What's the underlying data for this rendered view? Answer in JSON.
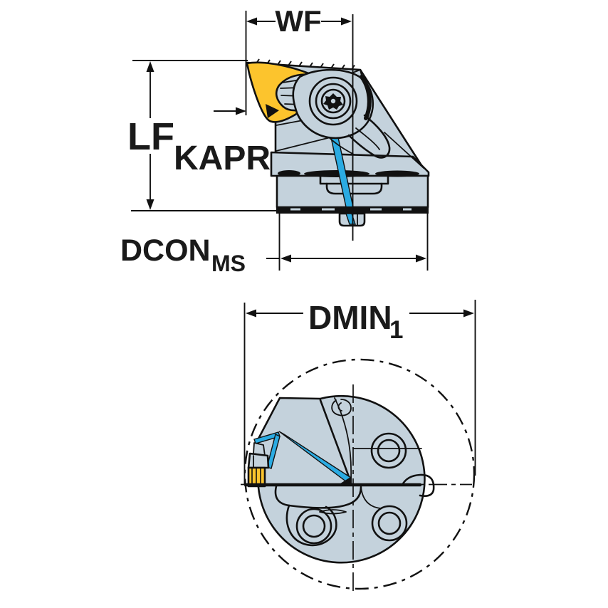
{
  "figure": {
    "description_labels_only": "dimension drawing, two views",
    "labels": {
      "wf": "WF",
      "lf": "LF",
      "kapr": "KAPR",
      "dcon_main": "DCON",
      "dcon_sub": "MS",
      "dmin_main": "DMIN",
      "dmin_sub": "1"
    }
  },
  "colors": {
    "background": "#ffffff",
    "line": "#111111",
    "text": "#1a1a1a",
    "body_gray": "#c4d2dc",
    "insert_yellow": "#fcc42d",
    "coolant_blue": "#2babe2"
  }
}
